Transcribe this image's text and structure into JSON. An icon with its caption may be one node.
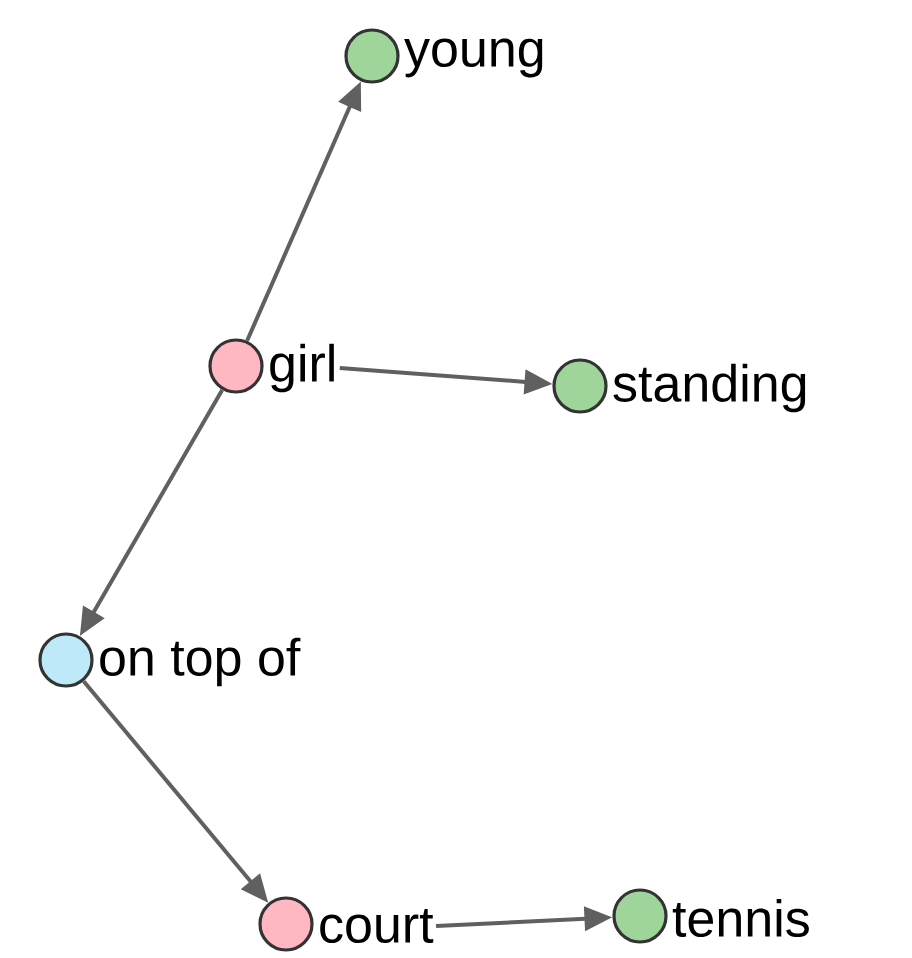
{
  "diagram": {
    "nodes": [
      {
        "text": [],
        "shape": "circle",
        "beside": [
          "young"
        ]
      },
      {
        "text": [],
        "shape": "circle",
        "beside": [
          "girl"
        ]
      },
      {
        "text": [],
        "shape": "circle",
        "beside": [
          "standing"
        ]
      },
      {
        "text": [],
        "shape": "circle",
        "beside": [
          "on top of"
        ]
      },
      {
        "text": [],
        "shape": "circle",
        "beside": [
          "court"
        ]
      },
      {
        "text": [],
        "shape": "circle",
        "beside": [
          "tennis"
        ]
      }
    ],
    "edges": [
      {
        "from": 1,
        "to": 0,
        "arrow": "to"
      },
      {
        "from": 1,
        "to": 2,
        "arrow": "to"
      },
      {
        "from": 1,
        "to": 3,
        "arrow": "to"
      },
      {
        "from": 3,
        "to": 4,
        "arrow": "to"
      },
      {
        "from": 4,
        "to": 5,
        "arrow": "to"
      }
    ]
  }
}
